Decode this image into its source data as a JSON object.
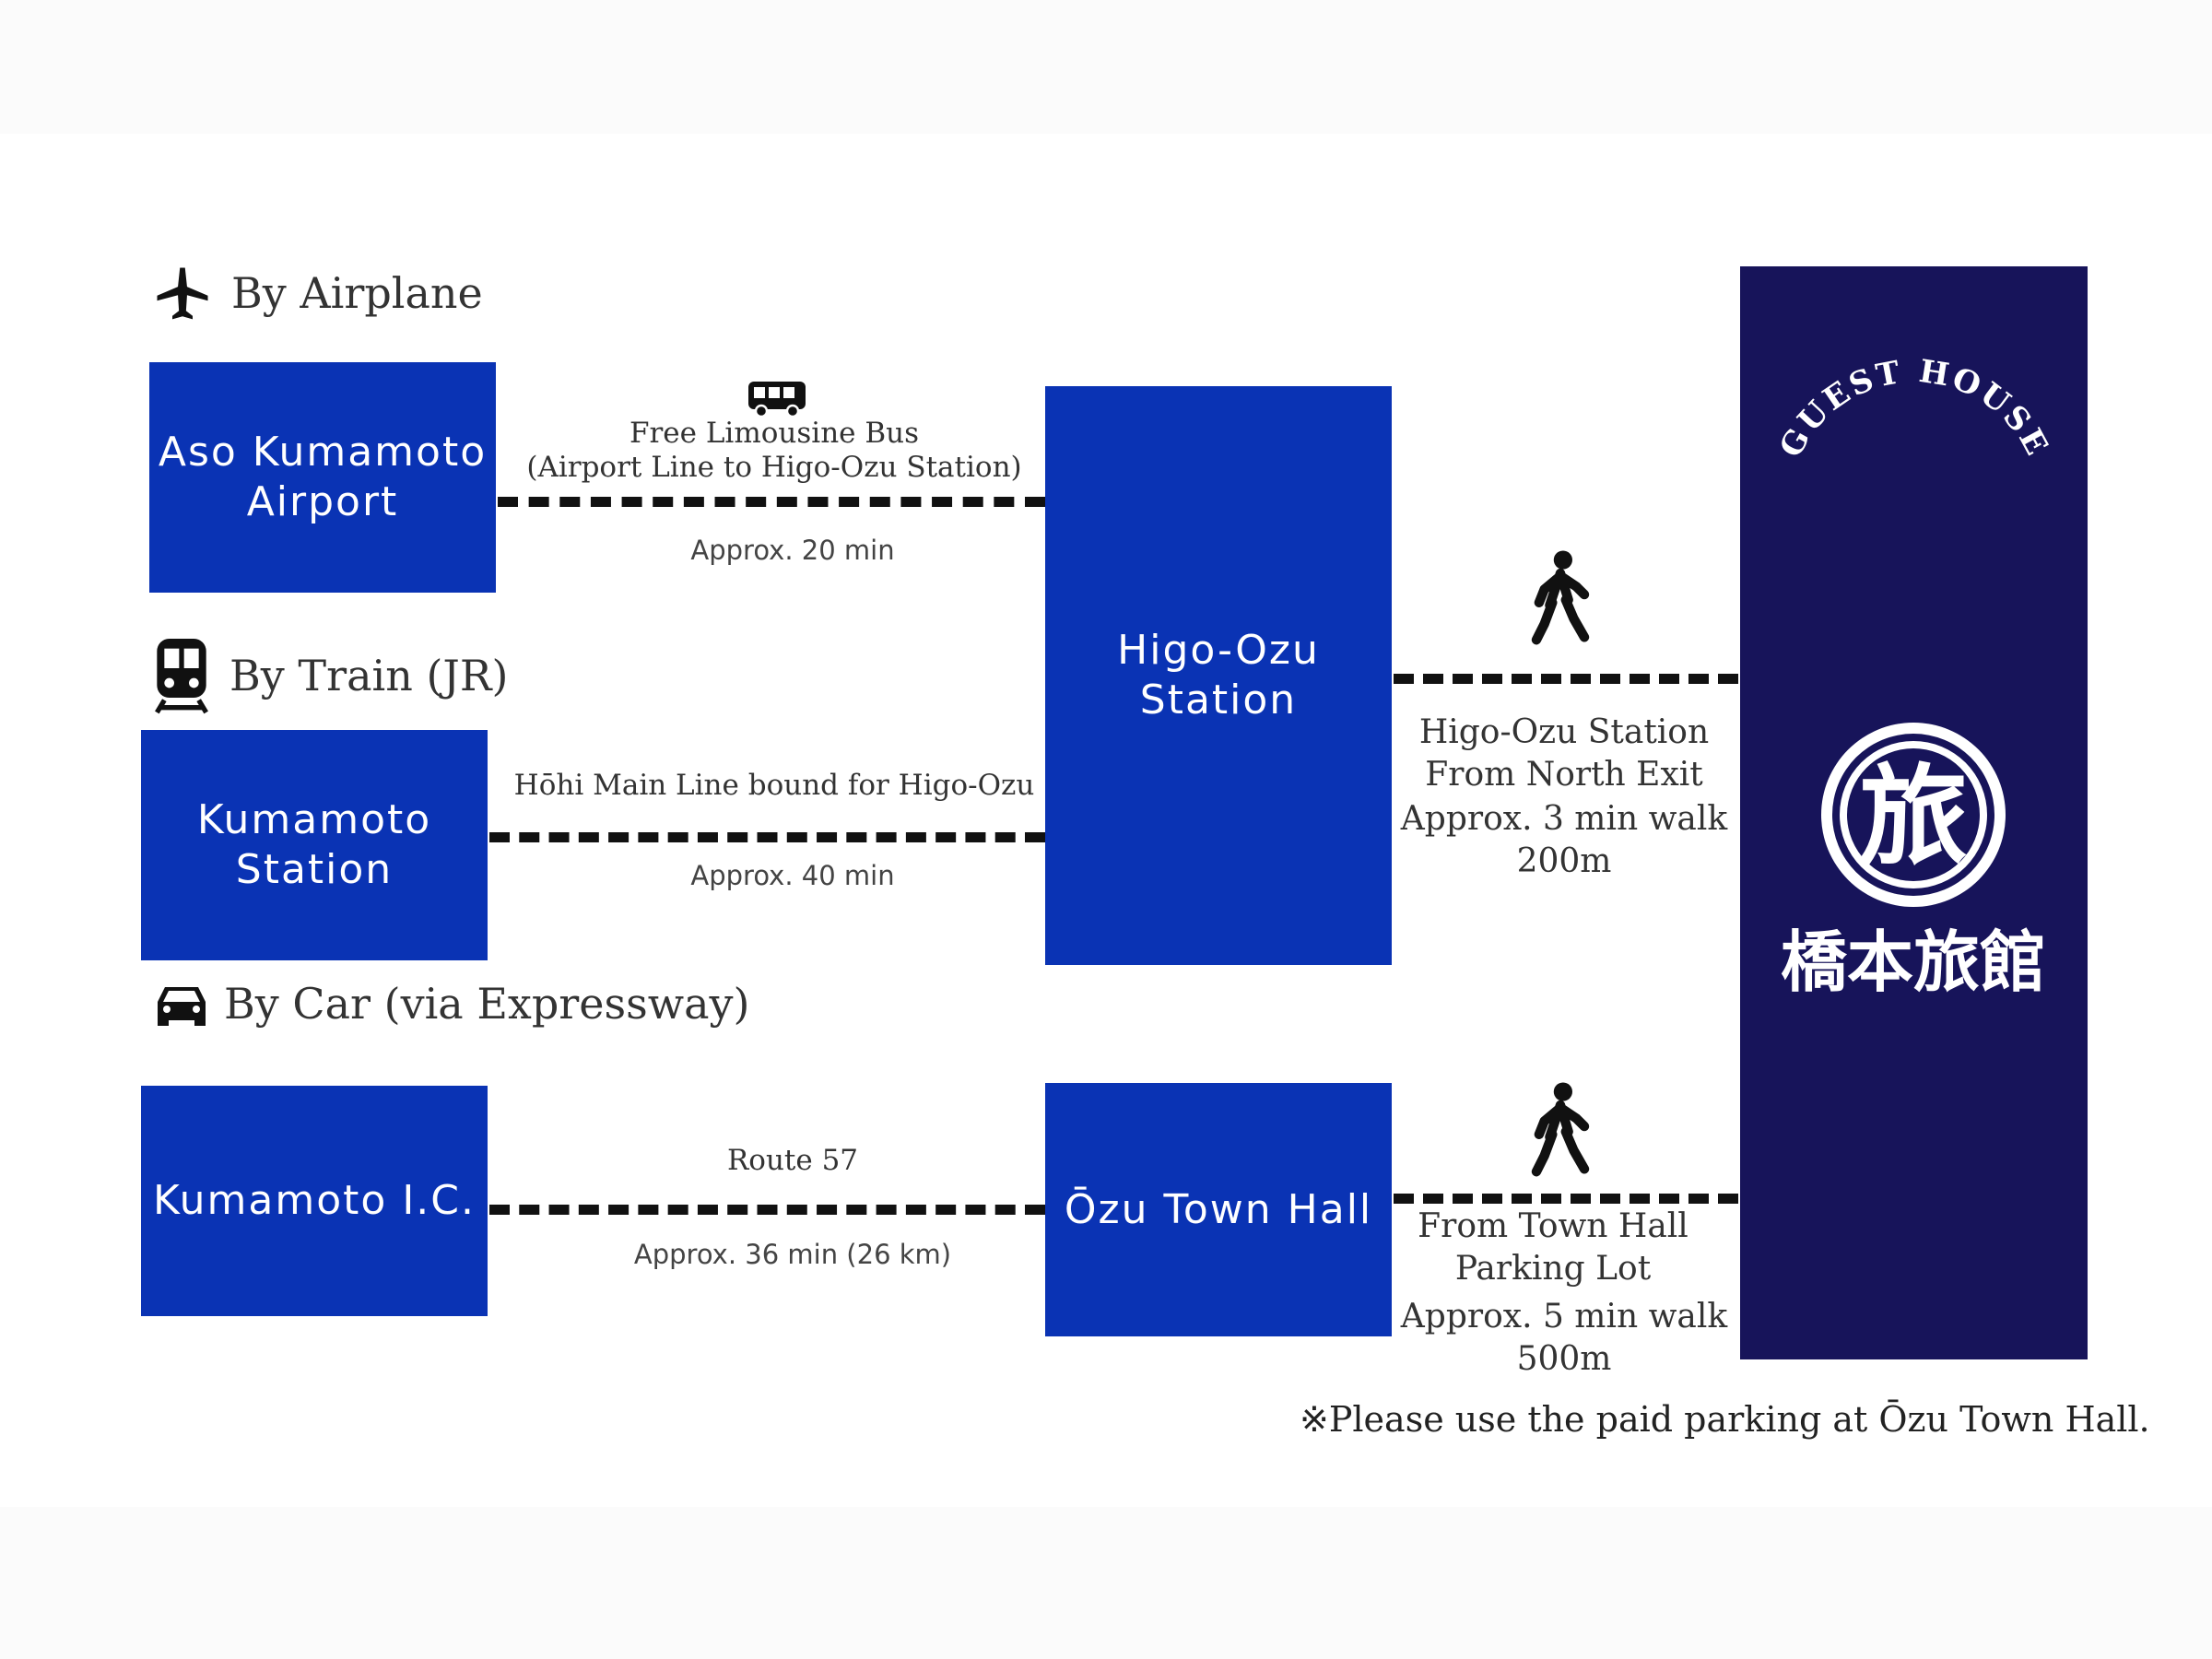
{
  "sections": {
    "airplane": {
      "label": "By Airplane",
      "icon": "airplane-icon"
    },
    "train": {
      "label": "By Train (JR)",
      "icon": "train-icon"
    },
    "car": {
      "label": "By Car (via Expressway)",
      "icon": "car-icon"
    }
  },
  "boxes": {
    "airport": "Aso Kumamoto\nAirport",
    "kumamoto_station": "Kumamoto\nStation",
    "kumamoto_ic": "Kumamoto I.C.",
    "higo_ozu_station": "Higo-Ozu\nStation",
    "ozu_town_hall": "Ōzu Town Hall"
  },
  "routes": {
    "bus": {
      "icon": "bus-icon",
      "line1": "Free Limousine Bus",
      "line2": "(Airport Line to Higo-Ozu Station)",
      "time": "Approx. 20 min"
    },
    "train": {
      "line": "Hōhi Main Line bound for Higo-Ozu",
      "time": "Approx. 40 min"
    },
    "car": {
      "line": "Route 57",
      "time": "Approx. 36 min (26 km)"
    }
  },
  "walks": {
    "station": {
      "icon": "walking-person-icon",
      "line1": "Higo-Ozu Station",
      "line2": "From North Exit",
      "line3": "Approx. 3 min walk",
      "line4": "200m"
    },
    "town_hall": {
      "icon": "walking-person-icon",
      "line1": "From Town Hall",
      "line2": "Parking Lot",
      "line3": "Approx. 5 min walk",
      "line4": "500m"
    }
  },
  "guesthouse": {
    "arc_text": "GUEST HOUSE",
    "emblem_char": "旅",
    "name": "橋本旅館",
    "logo": "guesthouse-emblem-logo"
  },
  "note": "※Please use the paid parking at Ōzu Town Hall.",
  "colors": {
    "box_blue": "#0a33b4",
    "guesthouse_navy": "#17145a",
    "dash": "#111111"
  }
}
